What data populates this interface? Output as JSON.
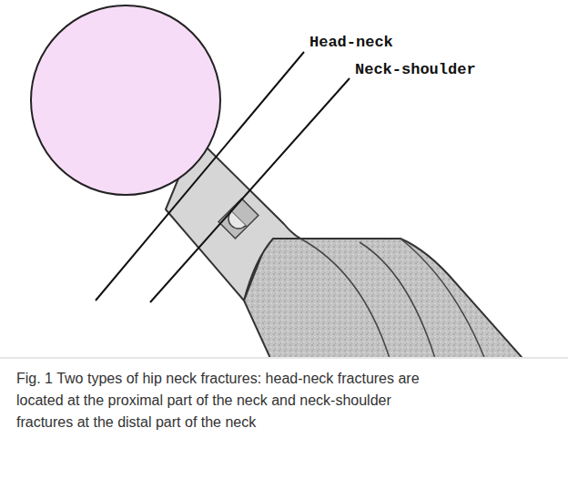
{
  "diagram": {
    "caption": "Fig. 1 Two types of hip neck fractures: head-neck fractures are located at the proximal part of the neck and neck-shoulder fractures at the distal part of the neck",
    "labels": [
      "Head-neck",
      "Neck-shoulder"
    ]
  }
}
